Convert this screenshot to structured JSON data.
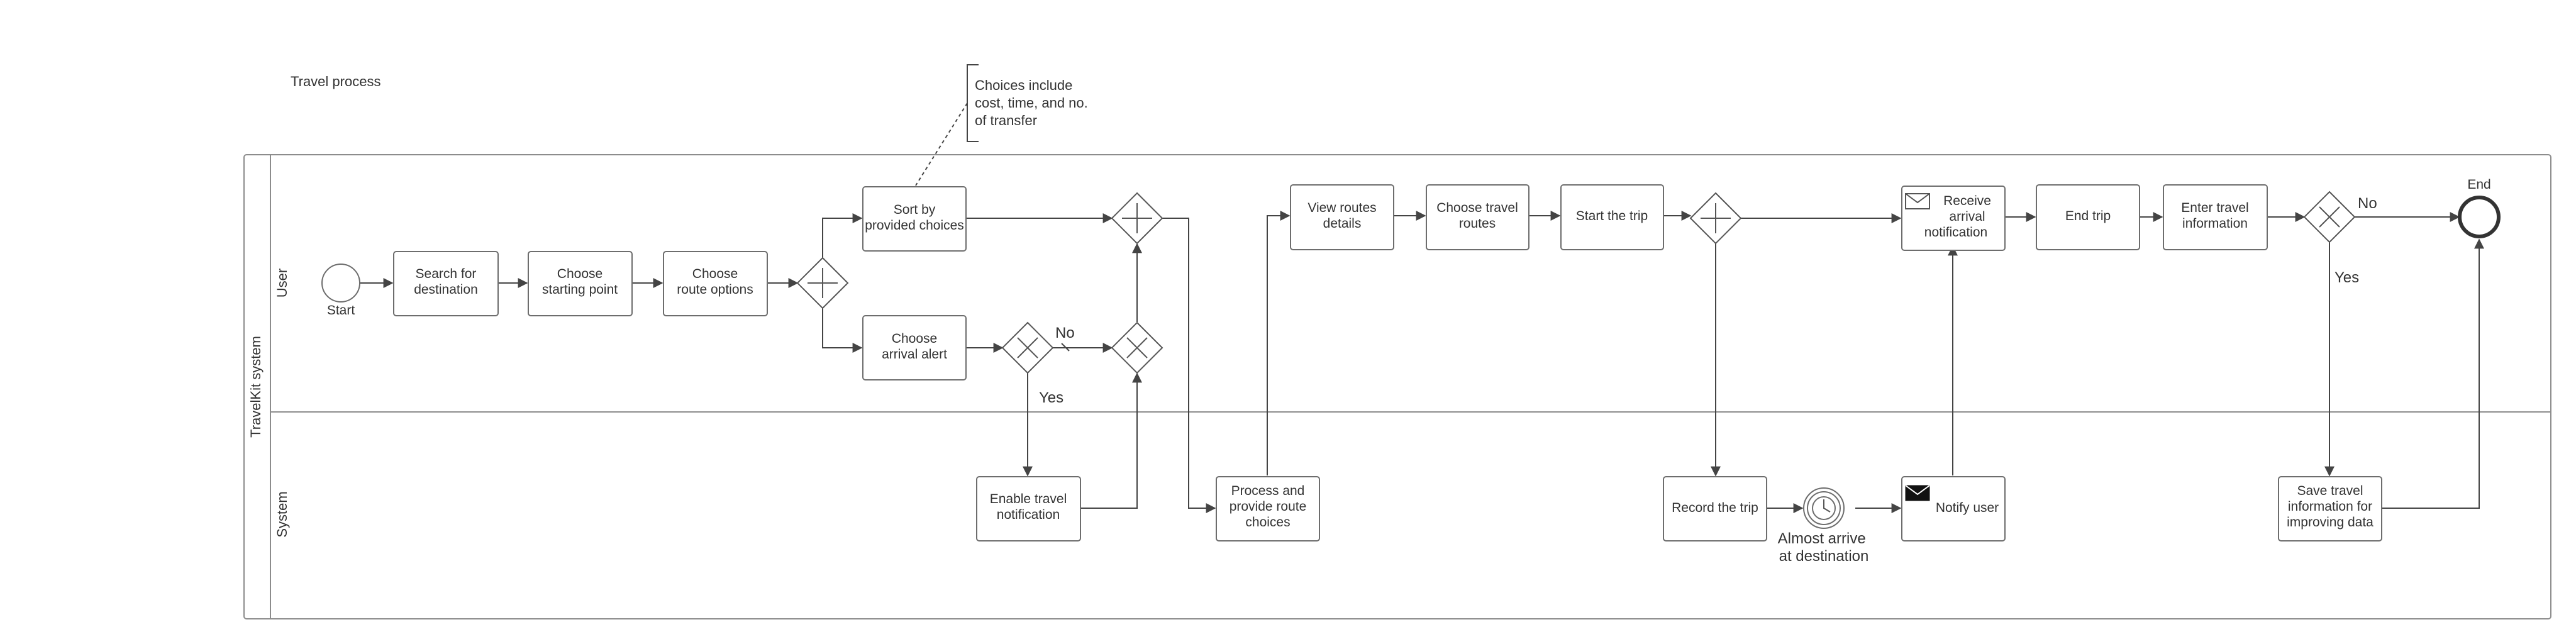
{
  "title": "Travel process",
  "pool": {
    "name": "TravelKit system",
    "lanes": [
      "User",
      "System"
    ]
  },
  "annotation": [
    "Choices include",
    "cost, time, and no.",
    "of transfer"
  ],
  "events": {
    "start": "Start",
    "end": "End",
    "timer": [
      "Almost arrive",
      "at destination"
    ]
  },
  "tasks": {
    "search": [
      "Search for",
      "destination"
    ],
    "choose_start": [
      "Choose",
      "starting point"
    ],
    "choose_route": [
      "Choose",
      "route options"
    ],
    "sort": [
      "Sort by",
      "provided choices"
    ],
    "alert": [
      "Choose",
      "arrival alert"
    ],
    "enable": [
      "Enable travel",
      "notification"
    ],
    "process": [
      "Process and",
      "provide route",
      "choices"
    ],
    "view": [
      "View routes",
      "details"
    ],
    "choose_travel": [
      "Choose travel",
      "routes"
    ],
    "start_trip": [
      "Start the trip"
    ],
    "record": [
      "Record the trip"
    ],
    "notify": [
      "Notify user"
    ],
    "receive": [
      "Receive",
      "arrival",
      "notification"
    ],
    "end_trip": [
      "End trip"
    ],
    "enter_info": [
      "Enter travel",
      "information"
    ],
    "save": [
      "Save travel",
      "information for",
      "improving data"
    ]
  },
  "conditions": {
    "alert_no": "No",
    "alert_yes": "Yes",
    "end_no": "No",
    "end_yes": "Yes"
  },
  "colors": {
    "stroke": "#6d6d6d",
    "text": "#333333",
    "end_event": "#333333"
  }
}
